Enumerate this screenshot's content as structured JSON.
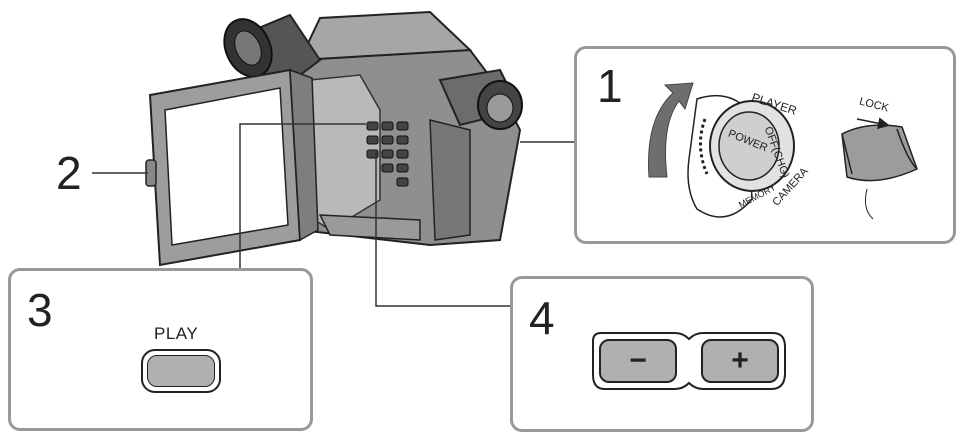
{
  "steps": {
    "step1": {
      "number": "1",
      "switch_labels": {
        "player": "PLAYER",
        "off": "OFF(CHG)",
        "camera": "CAMERA",
        "memory": "MEMORY",
        "power": "POWER",
        "lock": "LOCK"
      }
    },
    "step2": {
      "number": "2"
    },
    "step3": {
      "number": "3",
      "button_label": "PLAY"
    },
    "step4": {
      "number": "4",
      "minus": "−",
      "plus": "+"
    }
  },
  "colors": {
    "panel_border": "#999999",
    "button_fill": "#b0b0b0",
    "camera_body": "#8a8a8a",
    "outline": "#222222"
  }
}
